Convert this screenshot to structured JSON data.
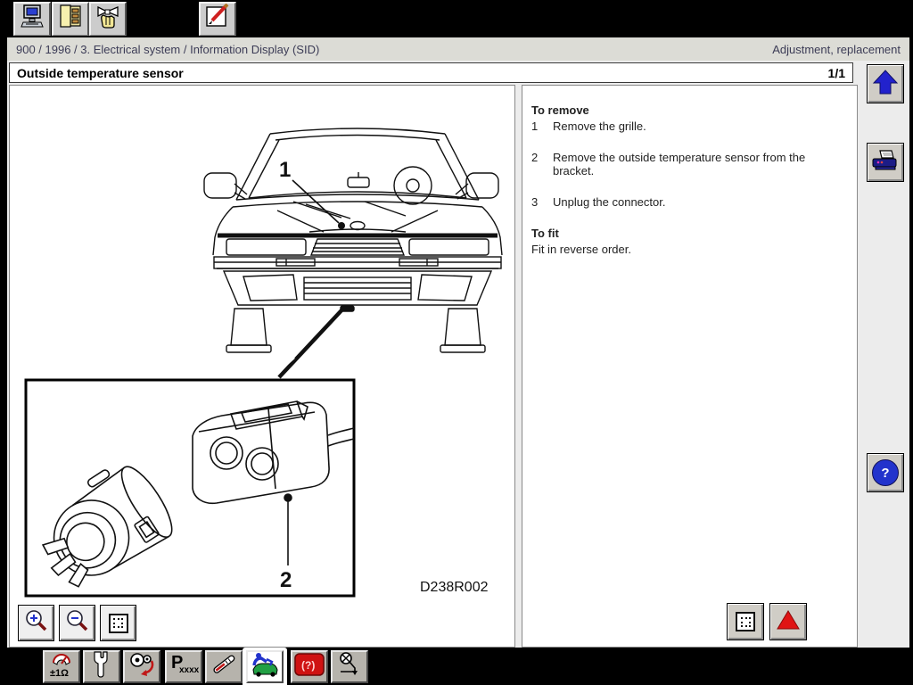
{
  "chrome": {
    "tabs": [
      {
        "icon": "computer-icon"
      },
      {
        "icon": "archive-cabinet-icon"
      },
      {
        "icon": "hand-bow-icon"
      },
      {
        "icon": "pen-note-icon"
      }
    ],
    "breadcrumb": "900 / 1996 / 3. Electrical system / Information Display (SID)",
    "context": "Adjustment, replacement"
  },
  "title_bar": {
    "title": "Outside temperature sensor",
    "page_indicator": "1/1"
  },
  "instructions": {
    "remove_heading": "To remove",
    "steps": [
      {
        "num": "1",
        "text": "Remove the grille."
      },
      {
        "num": "2",
        "text": "Remove the outside temperature sensor from the bracket."
      },
      {
        "num": "3",
        "text": "Unplug the connector."
      }
    ],
    "fit_heading": "To fit",
    "fit_text": "Fit in reverse order."
  },
  "figure": {
    "callout_grille_sensor": "1",
    "callout_connector": "2",
    "figure_code": "D238R002"
  },
  "side_buttons": {
    "help_glyph": "?"
  },
  "toolbar_bottom": {
    "multimeter_label": "±1Ω",
    "part_label_main": "P",
    "part_label_sub": "xxxx",
    "fault_label": "(?)"
  },
  "colors": {
    "accent_blue": "#2222cc",
    "alert_red": "#e01414",
    "car_green": "#22a044",
    "chrome_gray": "#dcdcd6"
  }
}
